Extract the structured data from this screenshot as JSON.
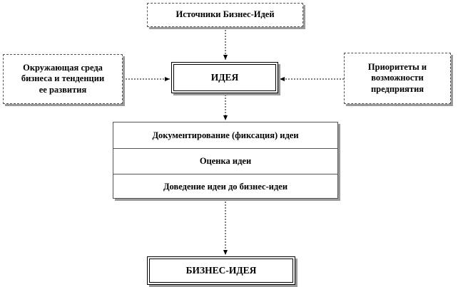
{
  "diagram": {
    "sources": "Источники Бизнес-Идей",
    "environment": [
      "Окружающая  среда",
      "бизнеса и тенденции",
      "ее развития"
    ],
    "idea": "ИДЕЯ",
    "priorities": [
      "Приоритеты и",
      "возможности",
      "предприятия"
    ],
    "steps": [
      "Документирование (фиксация) идеи",
      "Оценка идеи",
      "Доведение идеи до бизнес-идеи"
    ],
    "business_idea": "БИЗНЕС-ИДЕЯ"
  }
}
